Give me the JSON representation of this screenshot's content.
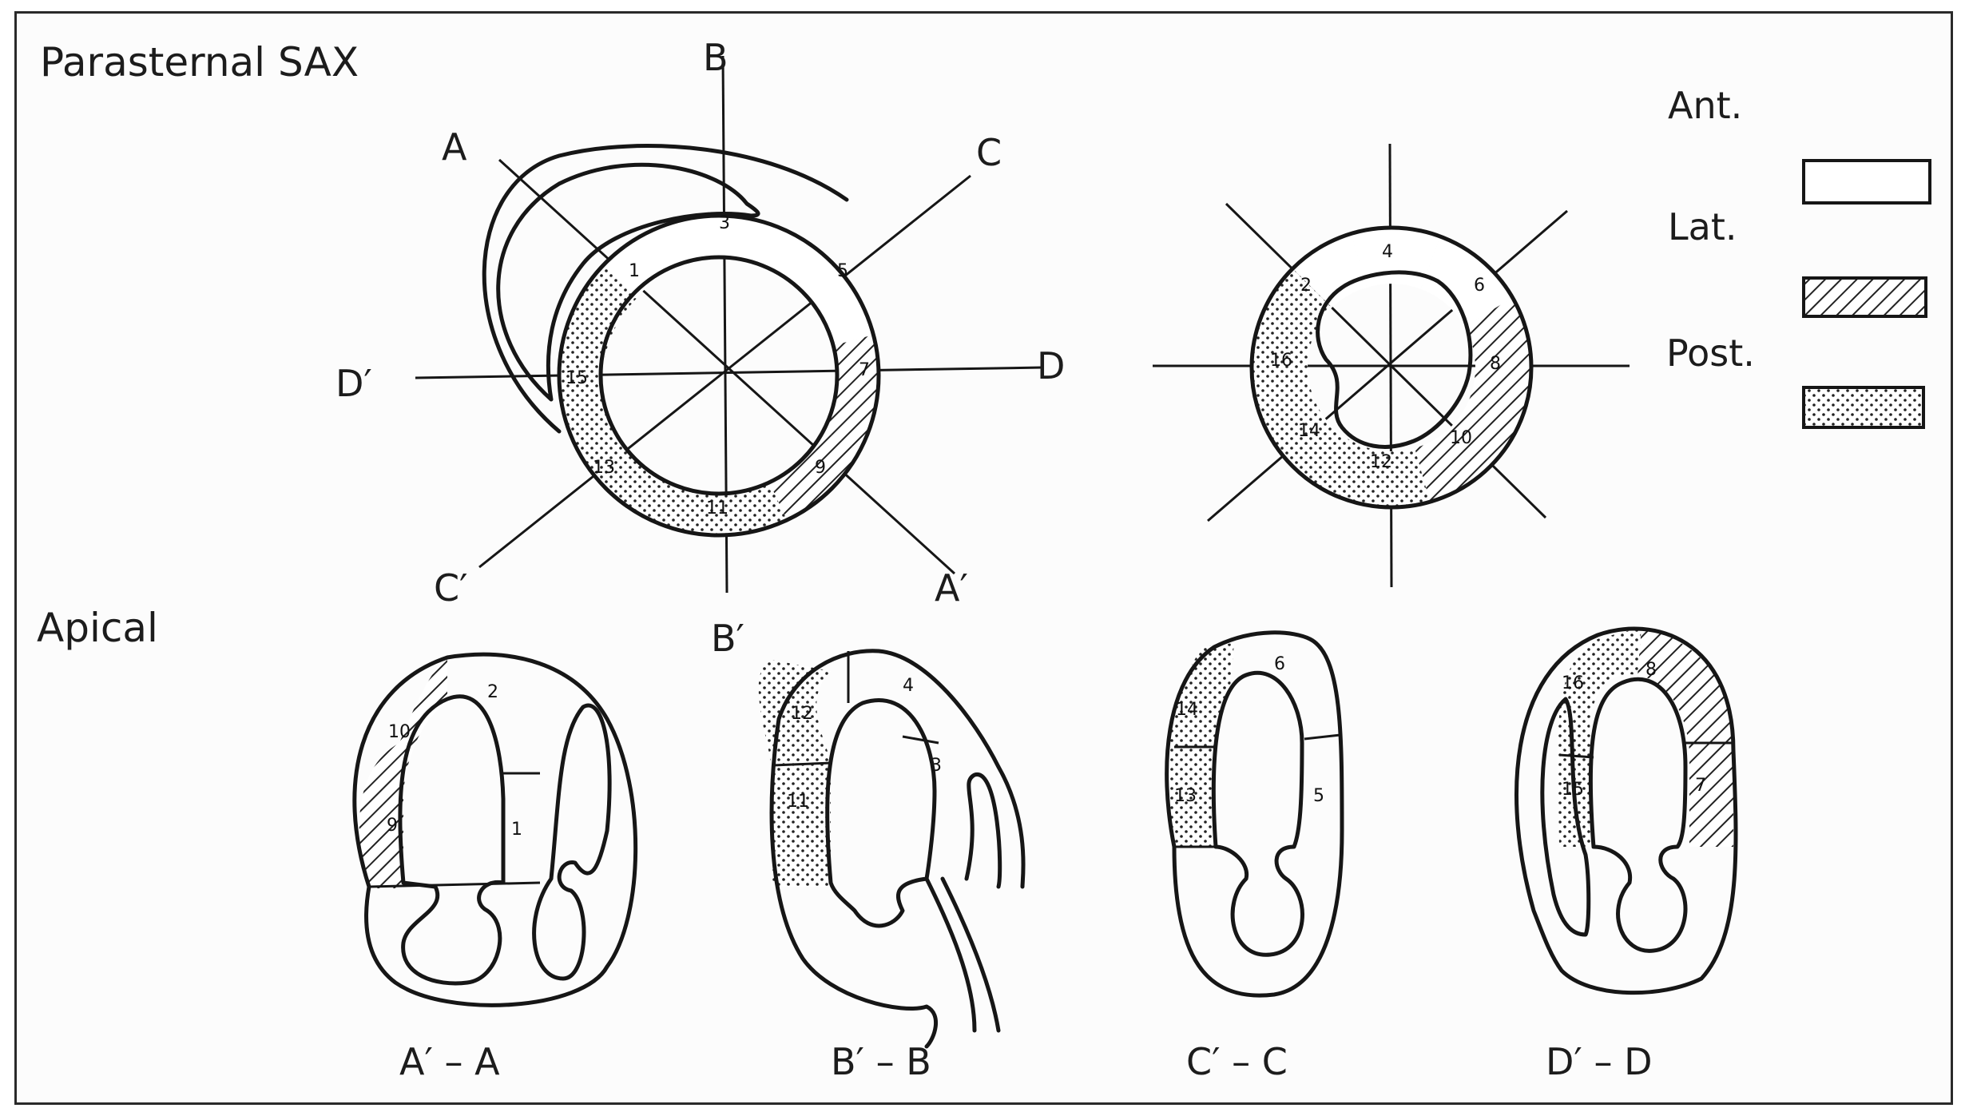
{
  "sections": {
    "sax_title": "Parasternal  SAX",
    "apical_title": "Apical"
  },
  "planes": {
    "A": "A",
    "A_prime": "A′",
    "B": "B",
    "B_prime": "B′",
    "C": "C",
    "C_prime": "C′",
    "D": "D",
    "D_prime": "D′"
  },
  "basal_segments": [
    "1",
    "3",
    "5",
    "7",
    "9",
    "11",
    "13",
    "15"
  ],
  "mid_segments": [
    "2",
    "4",
    "6",
    "8",
    "10",
    "12",
    "14",
    "16"
  ],
  "apical_views": {
    "aa": {
      "caption": "A′ – A",
      "segments": [
        "2",
        "10",
        "9",
        "1"
      ]
    },
    "bb": {
      "caption": "B′ – B",
      "segments": [
        "12",
        "4",
        "3",
        "11"
      ]
    },
    "cc": {
      "caption": "C′ – C",
      "segments": [
        "6",
        "14",
        "13",
        "5"
      ]
    },
    "dd": {
      "caption": "D′ – D",
      "segments": [
        "16",
        "8",
        "15",
        "7"
      ]
    }
  },
  "legend": {
    "anterior": "Ant.",
    "lateral": "Lat.",
    "posterior": "Post."
  },
  "colors": {
    "line": "#161616",
    "background": "#fcfcfc"
  }
}
